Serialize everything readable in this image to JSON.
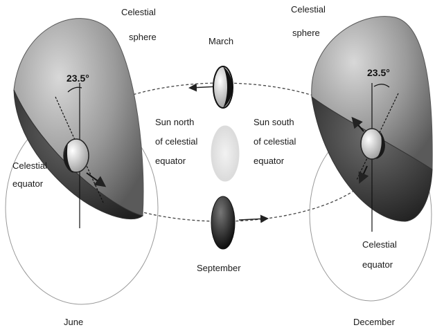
{
  "labels": {
    "left_sphere_line1": "Celestial",
    "left_sphere_line2": "sphere",
    "right_sphere_line1": "Celestial",
    "right_sphere_line2": "sphere",
    "left_angle": "23.5°",
    "right_angle": "23.5°",
    "left_equator_line1": "Celestial",
    "left_equator_line2": "equator",
    "right_equator_line1": "Celestial",
    "right_equator_line2": "equator",
    "march": "March",
    "september": "September",
    "june": "June",
    "december": "December",
    "sun_north_line1": "Sun north",
    "sun_north_line2": "of celestial",
    "sun_north_line3": "equator",
    "sun_south_line1": "Sun south",
    "sun_south_line2": "of celestial",
    "sun_south_line3": "equator"
  },
  "colors": {
    "sphere_fill": "#8a8a8a",
    "sphere_dark": "#2a2a2a",
    "orbit_line": "#333333",
    "page_bg": "#ffffff"
  }
}
